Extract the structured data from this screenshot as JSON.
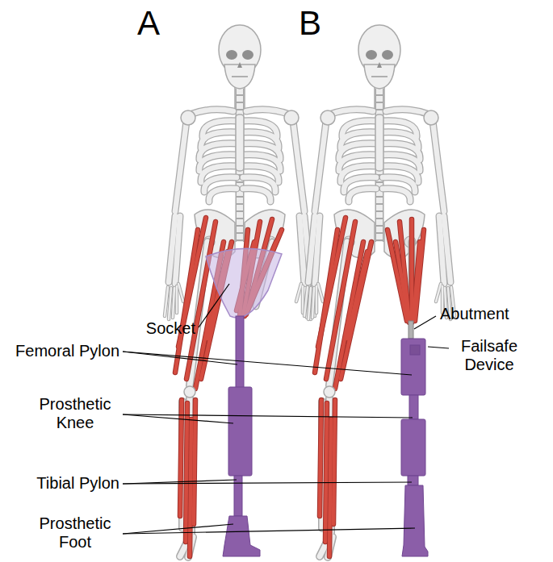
{
  "diagram": {
    "labels": [
      "A",
      "B",
      "Socket",
      "Femoral Pylon",
      "Prosthetic Knee",
      "Tibial Pylon",
      "Prosthetic Foot",
      "Abutment",
      "Failsafe Device"
    ]
  }
}
